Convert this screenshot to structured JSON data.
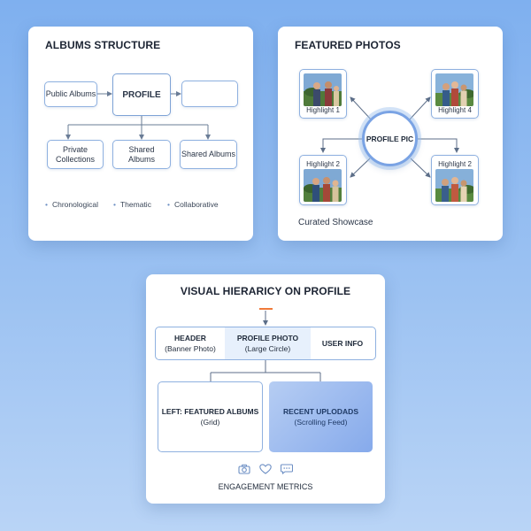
{
  "albums_card": {
    "title": "ALBUMS STRUCTURE",
    "nodes": {
      "public": "Public Albums",
      "profile": "PROFILE",
      "empty": "",
      "private": "Private\nCollections",
      "shared_albums": "Shared\nAlbums",
      "shared_albums_2": "Shared Albums"
    },
    "bullets": [
      "Chronological",
      "Thematic",
      "Collaborative"
    ]
  },
  "featured_card": {
    "title": "FEATURED PHOTOS",
    "hub": "PROFILE PIC",
    "photos": [
      {
        "label": "Highlight 1"
      },
      {
        "label": "Highlight 4"
      },
      {
        "label": "Highlight 2"
      },
      {
        "label": "Highlight 2"
      }
    ],
    "caption": "Curated Showcase"
  },
  "hierarchy_card": {
    "title": "VISUAL HIERARICY ON PROFILE",
    "accent_color": "#f07a3a",
    "row": {
      "header_main": "HEADER",
      "header_sub": "(Banner Photo)",
      "photo_main": "PROFILE PHOTO",
      "photo_sub": "(Large Circle)",
      "user_info": "USER INFO"
    },
    "left_box": {
      "main": "LEFT: FEATURED ALBUMS",
      "sub": "(Grid)"
    },
    "right_box": {
      "main": "RECENT UPLODADS",
      "sub": "(Scrolling Feed)"
    },
    "icons": [
      "camera-icon",
      "heart-icon",
      "comment-icon"
    ],
    "metrics_label": "ENGAGEMENT METRICS"
  }
}
